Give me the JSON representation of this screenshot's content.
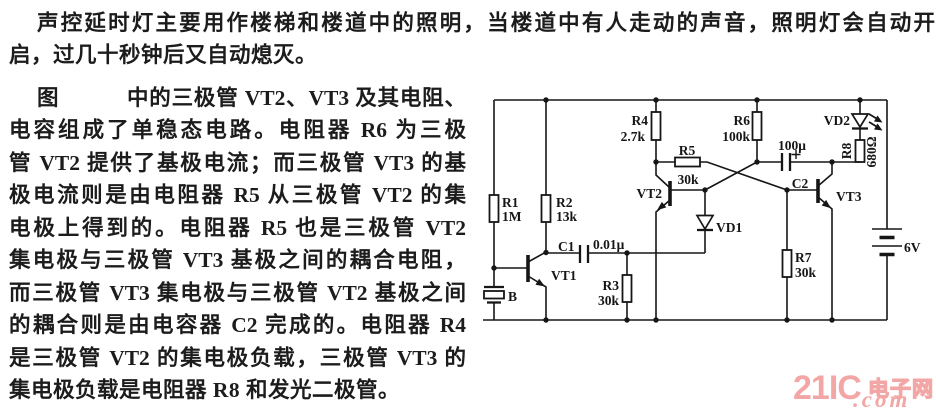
{
  "colors": {
    "ink": "#1c1c1c",
    "watermark": "#f3a6a6",
    "background": "#ffffff"
  },
  "article": {
    "lines": [
      "声控延时灯主要用作楼梯和楼道中的照明，当楼道中有人走动的声音，照明灯会自动开",
      "启，过几十秒钟后又自动熄灭。",
      "图",
      "中的三极管 VT2、VT3 及其电阻、",
      "电容组成了单稳态电路。电阻器 R6 为三极",
      "管 VT2 提供了基极电流；而三极管 VT3 的基",
      "极电流则是由电阻器 R5 从三极管 VT2 的集",
      "电极上得到的。电阻器 R5 也是三极管 VT2",
      "集电极与三极管 VT3 基极之间的耦合电阻，",
      "而三极管 VT3 集电极与三极管 VT2 基极之间",
      "的耦合则是由电容器 C2 完成的。电阻器 R4",
      "是三极管 VT2 的集电极负载，三极管 VT3 的",
      "集电极负载是电阻器 R8 和发光二极管。"
    ]
  },
  "circuit": {
    "labels": {
      "r1": "R1",
      "r1v": "1M",
      "r2": "R2",
      "r2v": "13k",
      "r3": "R3",
      "r3v": "30k",
      "r4": "R4",
      "r4v": "2.7k",
      "r5": "R5",
      "r5v": "30k",
      "r6": "R6",
      "r6v": "100k",
      "r7": "R7",
      "r7v": "30k",
      "r8": "R8",
      "r8v": "680Ω",
      "c1": "C1",
      "c1v": "0.01μ",
      "c2": "C2",
      "c2v": "100μ",
      "vt1": "VT1",
      "vt2": "VT2",
      "vt3": "VT3",
      "vd1": "VD1",
      "vd2": "VD2",
      "mic": "B",
      "battery": "6V"
    }
  },
  "watermark": {
    "brand": "21IC",
    "site": "电子网",
    "domain": ".com"
  }
}
